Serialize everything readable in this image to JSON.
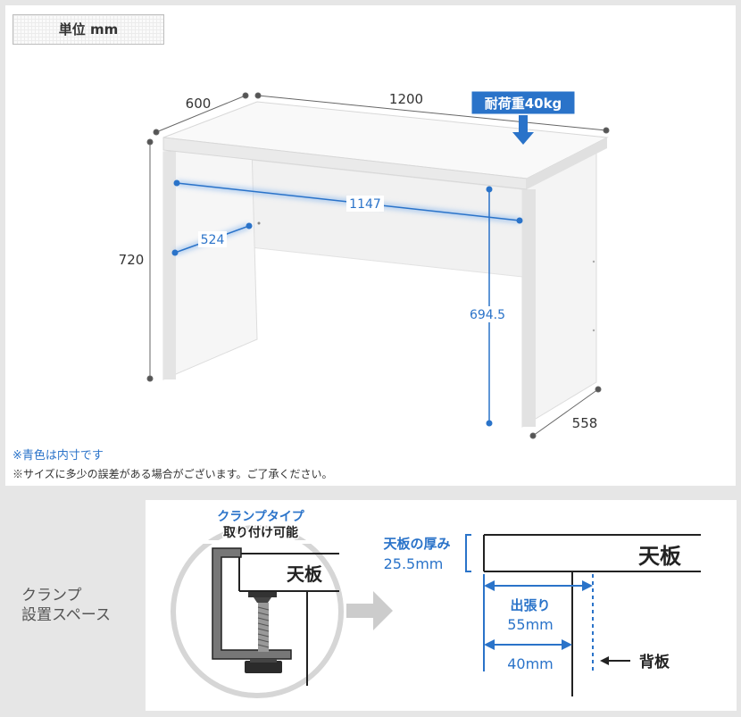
{
  "unit_label": "単位 mm",
  "dims": {
    "depth": "600",
    "width": "1200",
    "height": "720",
    "inner_width": "1147",
    "inner_depth": "524",
    "inner_height": "694.5",
    "foot_depth": "558"
  },
  "load_badge": "耐荷重40kg",
  "notes": {
    "blue_note": "※青色は内寸です",
    "size_note": "※サイズに多少の誤差がある場合がございます。ご了承ください。"
  },
  "clamp": {
    "section_title": "クランプ\n設置スペース",
    "type_line1": "クランプタイプ",
    "type_line2": "取り付け可能",
    "top_board": "天板",
    "thickness_line1": "天板の厚み",
    "thickness_line2": "25.5mm",
    "overhang_line1": "出張り",
    "overhang_line2": "55mm",
    "gap": "40mm",
    "back_panel": "背板"
  },
  "colors": {
    "accent_blue": "#2a73c9",
    "dim_gray": "#555555",
    "background": "#e6e6e6"
  }
}
